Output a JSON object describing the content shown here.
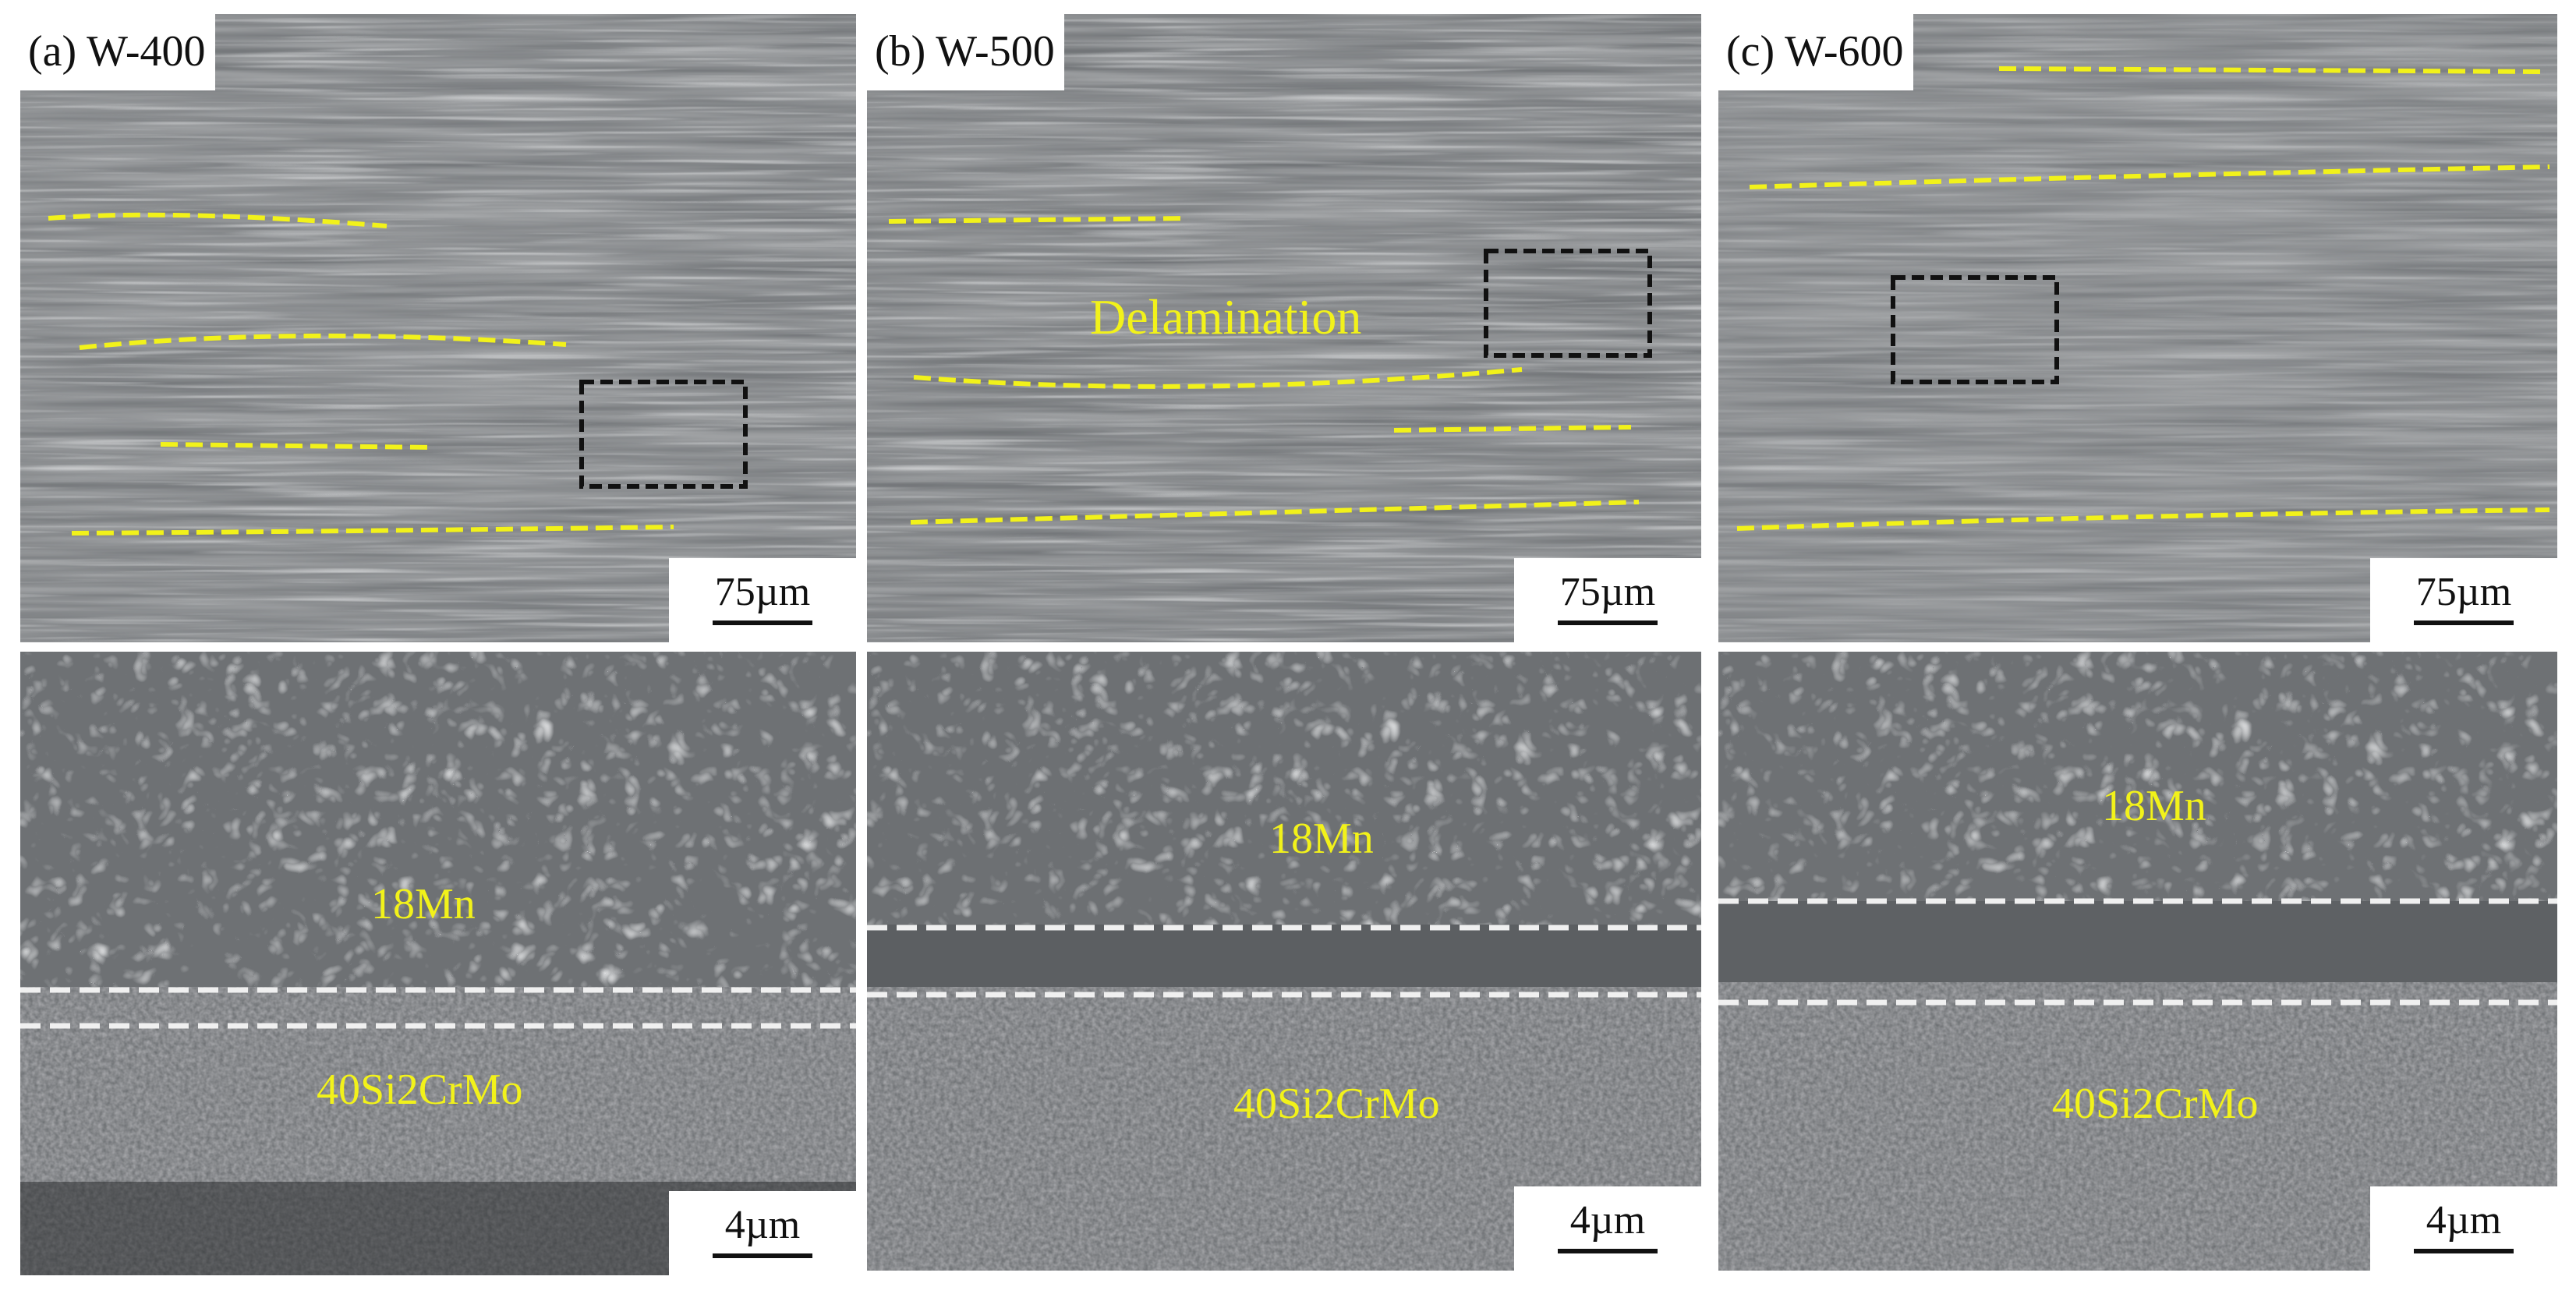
{
  "panels": [
    {
      "label": "(a) W-400",
      "scale": "75µm"
    },
    {
      "label": "(b) W-500",
      "scale": "75µm",
      "annotation": "Delamination"
    },
    {
      "label": "(c) W-600",
      "scale": "75µm"
    }
  ],
  "detail": [
    {
      "scale": "4µm",
      "top_layer": "18Mn",
      "bottom_layer": "40Si2CrMo"
    },
    {
      "scale": "4µm",
      "top_layer": "18Mn",
      "bottom_layer": "40Si2CrMo"
    },
    {
      "scale": "4µm",
      "top_layer": "18Mn",
      "bottom_layer": "40Si2CrMo"
    }
  ],
  "colors": {
    "interface_line": "#f2f21a",
    "layer_boundary": "#f0f0f0",
    "detail_box": "#111111",
    "annotation": "#f2f21a"
  }
}
